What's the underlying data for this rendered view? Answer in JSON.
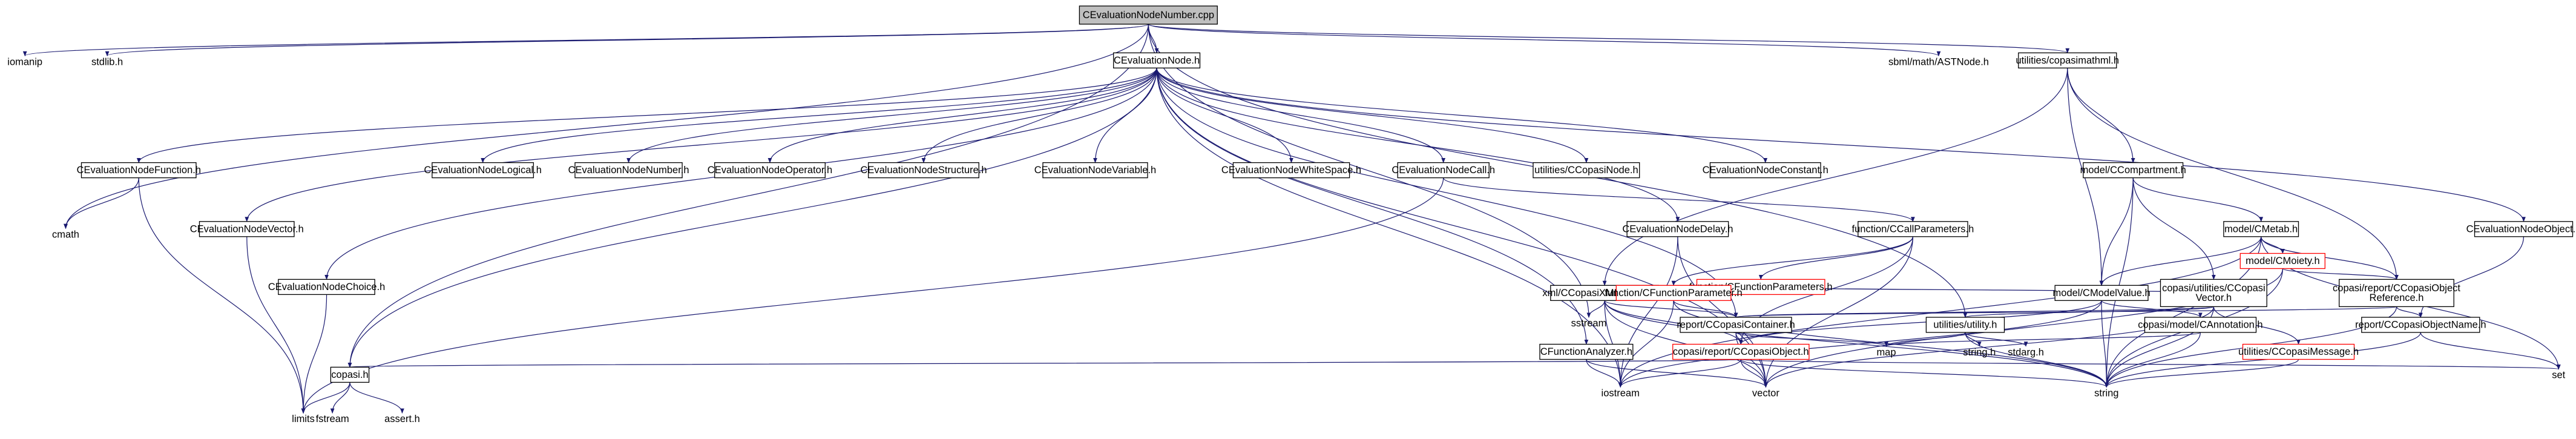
{
  "diagram": {
    "title": "",
    "nodes": [
      {
        "id": "root",
        "label": "CEvaluationNodeNumber.cpp",
        "kind": "root"
      },
      {
        "id": "iomanip",
        "label": "iomanip",
        "kind": "plain"
      },
      {
        "id": "stdlib",
        "label": "stdlib.h",
        "kind": "plain"
      },
      {
        "id": "cen",
        "label": "CEvaluationNode.h",
        "kind": "normal"
      },
      {
        "id": "sbml",
        "label": "sbml/math/ASTNode.h",
        "kind": "plain"
      },
      {
        "id": "copasimathml",
        "label": "utilities/copasimathml.h",
        "kind": "normal"
      },
      {
        "id": "cenfunc",
        "label": "CEvaluationNodeFunction.h",
        "kind": "normal"
      },
      {
        "id": "cenlogical",
        "label": "CEvaluationNodeLogical.h",
        "kind": "normal"
      },
      {
        "id": "cennumber",
        "label": "CEvaluationNodeNumber.h",
        "kind": "normal"
      },
      {
        "id": "cenoperator",
        "label": "CEvaluationNodeOperator.h",
        "kind": "normal"
      },
      {
        "id": "censtructure",
        "label": "CEvaluationNodeStructure.h",
        "kind": "normal"
      },
      {
        "id": "cenvariable",
        "label": "CEvaluationNodeVariable.h",
        "kind": "normal"
      },
      {
        "id": "cenwhitespace",
        "label": "CEvaluationNodeWhiteSpace.h",
        "kind": "normal"
      },
      {
        "id": "cencall",
        "label": "CEvaluationNodeCall.h",
        "kind": "normal"
      },
      {
        "id": "ccopasinode",
        "label": "utilities/CCopasiNode.h",
        "kind": "normal"
      },
      {
        "id": "cenconstant",
        "label": "CEvaluationNodeConstant.h",
        "kind": "normal"
      },
      {
        "id": "ccompartment",
        "label": "model/CCompartment.h",
        "kind": "normal"
      },
      {
        "id": "cmath",
        "label": "cmath",
        "kind": "plain"
      },
      {
        "id": "cenvector",
        "label": "CEvaluationNodeVector.h",
        "kind": "normal"
      },
      {
        "id": "cendelay",
        "label": "CEvaluationNodeDelay.h",
        "kind": "normal"
      },
      {
        "id": "ccallparams",
        "label": "function/CCallParameters.h",
        "kind": "normal"
      },
      {
        "id": "cmetab",
        "label": "model/CMetab.h",
        "kind": "normal"
      },
      {
        "id": "cenobject",
        "label": "CEvaluationNodeObject.h",
        "kind": "normal"
      },
      {
        "id": "cenchoice",
        "label": "CEvaluationNodeChoice.h",
        "kind": "normal"
      },
      {
        "id": "cfuncparams",
        "label": "function/CFunctionParameters.h",
        "kind": "red"
      },
      {
        "id": "cmoiety",
        "label": "model/CMoiety.h",
        "kind": "red"
      },
      {
        "id": "ccopasixml",
        "label": "xml/CCopasiXMLInterface.h",
        "kind": "normal"
      },
      {
        "id": "cfuncparam",
        "label": "function/CFunctionParameter.h",
        "kind": "red"
      },
      {
        "id": "cmodelvalue",
        "label": "model/CModelValue.h",
        "kind": "normal"
      },
      {
        "id": "ccopasivector",
        "label": "copasi/utilities/CCopasi Vector.h",
        "kind": "normal"
      },
      {
        "id": "cobjref",
        "label": "copasi/report/CCopasiObject Reference.h",
        "kind": "normal"
      },
      {
        "id": "sstream",
        "label": "sstream",
        "kind": "plain"
      },
      {
        "id": "ccontainer",
        "label": "report/CCopasiContainer.h",
        "kind": "normal"
      },
      {
        "id": "utility",
        "label": "utilities/utility.h",
        "kind": "normal"
      },
      {
        "id": "cannotation",
        "label": "copasi/model/CAnnotation.h",
        "kind": "normal"
      },
      {
        "id": "cobjname",
        "label": "report/CCopasiObjectName.h",
        "kind": "normal"
      },
      {
        "id": "map",
        "label": "map",
        "kind": "plain"
      },
      {
        "id": "stringh",
        "label": "string.h",
        "kind": "plain"
      },
      {
        "id": "stdargh",
        "label": "stdarg.h",
        "kind": "plain"
      },
      {
        "id": "cfuncanalyzer",
        "label": "CFunctionAnalyzer.h",
        "kind": "normal"
      },
      {
        "id": "ccopasiobject",
        "label": "copasi/report/CCopasiObject.h",
        "kind": "red"
      },
      {
        "id": "cmessage",
        "label": "utilities/CCopasiMessage.h",
        "kind": "red"
      },
      {
        "id": "copasih",
        "label": "copasi.h",
        "kind": "normal"
      },
      {
        "id": "set",
        "label": "set",
        "kind": "plain"
      },
      {
        "id": "iostream",
        "label": "iostream",
        "kind": "plain"
      },
      {
        "id": "vector",
        "label": "vector",
        "kind": "plain"
      },
      {
        "id": "string",
        "label": "string",
        "kind": "plain"
      },
      {
        "id": "limits",
        "label": "limits",
        "kind": "plain"
      },
      {
        "id": "fstream",
        "label": "fstream",
        "kind": "plain"
      },
      {
        "id": "asserth",
        "label": "assert.h",
        "kind": "plain"
      }
    ]
  }
}
